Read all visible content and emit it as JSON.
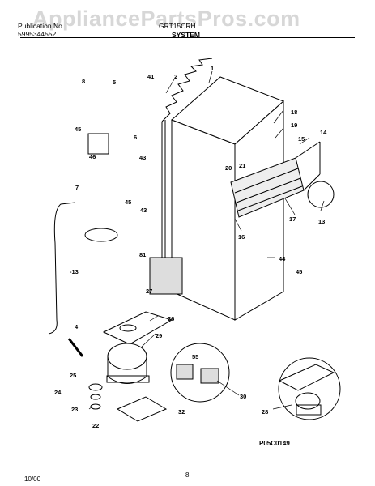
{
  "header": {
    "publication_label": "Publication No.",
    "publication_number": "5995344552",
    "model": "GRT15CRH",
    "section_title": "SYSTEM"
  },
  "watermark": "AppliancePartsPros.com",
  "diagram": {
    "callouts": [
      "1",
      "2",
      "4",
      "5",
      "6",
      "7",
      "8",
      "13",
      "-13",
      "14",
      "15",
      "16",
      "17",
      "18",
      "19",
      "20",
      "21",
      "22",
      "23",
      "24",
      "25",
      "26",
      "27",
      "28",
      "29",
      "30",
      "32",
      "41",
      "43",
      "43",
      "44",
      "45",
      "45",
      "45",
      "46",
      "55",
      "81"
    ],
    "figure_code": "P05C0149"
  },
  "footer": {
    "date": "10/00",
    "page": "8"
  }
}
